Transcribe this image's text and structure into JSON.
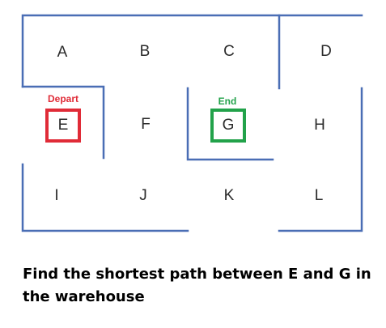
{
  "colors": {
    "wall": "#4a6eb5",
    "start": "#e02b37",
    "end": "#22a24a",
    "text": "#2b2b2b"
  },
  "cells": {
    "A": "A",
    "B": "B",
    "C": "C",
    "D": "D",
    "E": "E",
    "F": "F",
    "G": "G",
    "H": "H",
    "I": "I",
    "J": "J",
    "K": "K",
    "L": "L"
  },
  "markers": {
    "start_label": "Depart",
    "end_label": "End"
  },
  "caption": "Find the shortest path between E and G in the warehouse"
}
